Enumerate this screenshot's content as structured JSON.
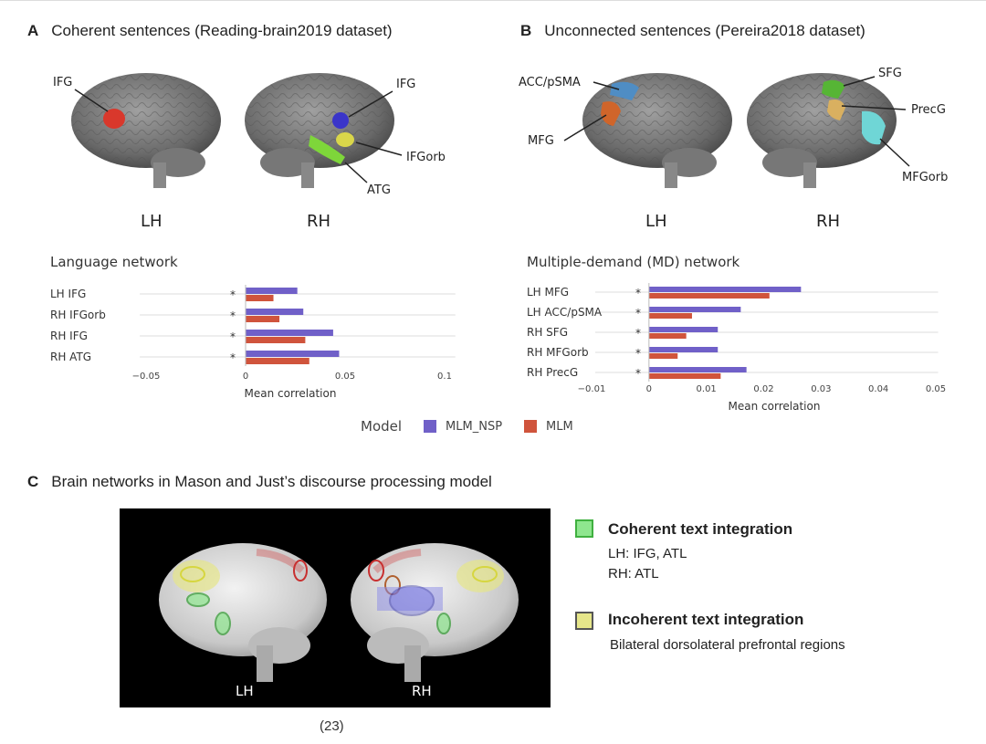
{
  "panel_a": {
    "letter": "A",
    "title": "Coherent sentences (Reading-brain2019 dataset)",
    "labels": {
      "lh_ifg": "IFG",
      "rh_ifg": "IFG",
      "ifgorb": "IFGorb",
      "atg": "ATG"
    },
    "lh": "LH",
    "rh": "RH"
  },
  "panel_b": {
    "letter": "B",
    "title": "Unconnected sentences (Pereira2018 dataset)",
    "labels": {
      "acc": "ACC/pSMA",
      "mfg": "MFG",
      "sfg": "SFG",
      "precg": "PrecG",
      "mfgorb": "MFGorb"
    },
    "lh": "LH",
    "rh": "RH"
  },
  "colors": {
    "mlm_nsp": "#7060c8",
    "mlm": "#d0543c",
    "ifg_red": "#d9382c",
    "ifg_blue": "#3a35c9",
    "ifgorb_yellow": "#d9d64a",
    "atg_green": "#7ed63a",
    "acc_blue": "#4f8dc4",
    "mfg_orange": "#d0652a",
    "sfg_green": "#56b535",
    "precg_tan": "#d9b060",
    "mfgorb_cyan": "#6fd6d6",
    "coherent_green": "#8ee68e",
    "incoherent_yellow": "#e6e68a"
  },
  "chart_data": [
    {
      "type": "bar",
      "title": "Language network",
      "xlabel": "Mean correlation",
      "categories": [
        "LH IFG",
        "RH IFGorb",
        "RH IFG",
        "RH ATG"
      ],
      "series": [
        {
          "name": "MLM_NSP",
          "values": [
            0.026,
            0.029,
            0.044,
            0.047
          ]
        },
        {
          "name": "MLM",
          "values": [
            0.014,
            0.017,
            0.03,
            0.032
          ]
        }
      ],
      "significance": [
        "*",
        "*",
        "*",
        "*"
      ],
      "xlim": [
        -0.055,
        0.11
      ],
      "xticks": [
        "−0.05",
        "0",
        "0.05",
        "0.1"
      ],
      "xtick_values": [
        -0.05,
        0,
        0.05,
        0.1
      ]
    },
    {
      "type": "bar",
      "title": "Multiple-demand (MD) network",
      "xlabel": "Mean correlation",
      "categories": [
        "LH MFG",
        "LH ACC/pSMA",
        "RH SFG",
        "RH MFGorb",
        "RH PrecG"
      ],
      "series": [
        {
          "name": "MLM_NSP",
          "values": [
            0.0265,
            0.016,
            0.012,
            0.012,
            0.017
          ]
        },
        {
          "name": "MLM",
          "values": [
            0.021,
            0.0075,
            0.0065,
            0.005,
            0.0125
          ]
        }
      ],
      "significance": [
        "*",
        "*",
        "*",
        "*",
        "*"
      ],
      "xlim": [
        -0.01,
        0.052
      ],
      "xticks": [
        "−0.01",
        "0",
        "0.01",
        "0.02",
        "0.03",
        "0.04",
        "0.05"
      ],
      "xtick_values": [
        -0.01,
        0,
        0.01,
        0.02,
        0.03,
        0.04,
        0.05
      ]
    }
  ],
  "legend": {
    "title": "Model",
    "items": [
      {
        "label": "MLM_NSP"
      },
      {
        "label": "MLM"
      }
    ]
  },
  "panel_c": {
    "letter": "C",
    "title": "Brain networks in Mason and Just’s discourse processing model",
    "lh": "LH",
    "rh": "RH",
    "coherent": {
      "title": "Coherent text integration",
      "line1": "LH: IFG, ATL",
      "line2": "RH: ATL"
    },
    "incoherent": {
      "title": "Incoherent text integration",
      "line1": "Bilateral dorsolateral prefrontal regions"
    }
  },
  "caption": "(23)"
}
